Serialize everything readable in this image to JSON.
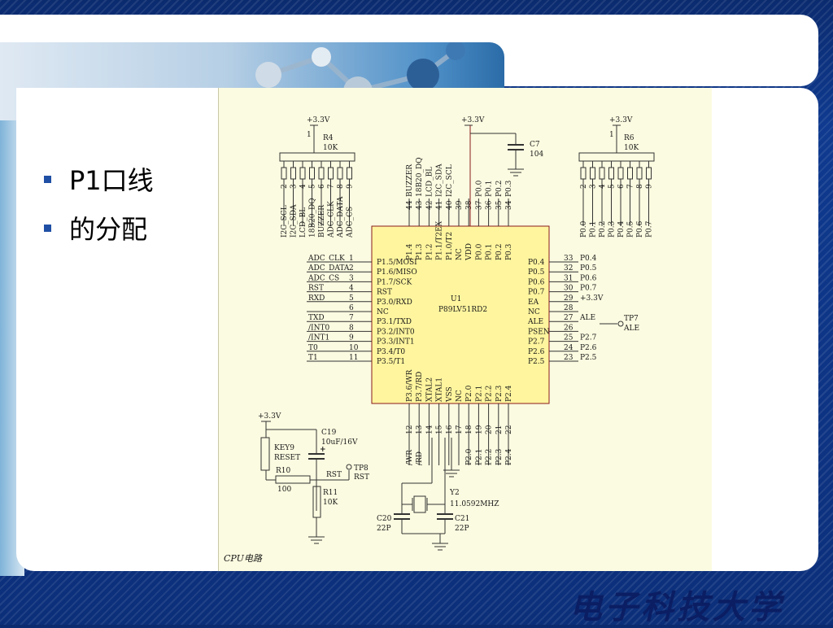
{
  "slide": {
    "bullets": [
      "P1口线",
      "的分配"
    ],
    "footer_text": "电子科技大学"
  },
  "schematic": {
    "caption": "CPU电路",
    "chip": {
      "ref": "U1",
      "part": "P89LV51RD2",
      "left_pins": [
        {
          "num": "1",
          "name": "P1.5/MOSI",
          "net": "ADC_CLK"
        },
        {
          "num": "2",
          "name": "P1.6/MISO",
          "net": "ADC_DATA"
        },
        {
          "num": "3",
          "name": "P1.7/SCK",
          "net": "ADC_CS"
        },
        {
          "num": "4",
          "name": "RST",
          "net": "RST"
        },
        {
          "num": "5",
          "name": "P3.0/RXD",
          "net": "RXD"
        },
        {
          "num": "6",
          "name": "NC",
          "net": ""
        },
        {
          "num": "7",
          "name": "P3.1/TXD",
          "net": "TXD"
        },
        {
          "num": "8",
          "name": "P3.2/INT0",
          "net": "/INT0"
        },
        {
          "num": "9",
          "name": "P3.3/INT1",
          "net": "/INT1"
        },
        {
          "num": "10",
          "name": "P3.4/T0",
          "net": "T0"
        },
        {
          "num": "11",
          "name": "P3.5/T1",
          "net": "T1"
        }
      ],
      "right_pins": [
        {
          "num": "33",
          "name": "P0.4",
          "net": "P0.4"
        },
        {
          "num": "32",
          "name": "P0.5",
          "net": "P0.5"
        },
        {
          "num": "31",
          "name": "P0.6",
          "net": "P0.6"
        },
        {
          "num": "30",
          "name": "P0.7",
          "net": "P0.7"
        },
        {
          "num": "29",
          "name": "EA",
          "net": "+3.3V"
        },
        {
          "num": "28",
          "name": "NC",
          "net": ""
        },
        {
          "num": "27",
          "name": "ALE",
          "net": "ALE"
        },
        {
          "num": "26",
          "name": "PSEN",
          "net": ""
        },
        {
          "num": "25",
          "name": "P2.7",
          "net": "P2.7"
        },
        {
          "num": "24",
          "name": "P2.6",
          "net": "P2.6"
        },
        {
          "num": "23",
          "name": "P2.5",
          "net": "P2.5"
        }
      ],
      "top_pins": [
        {
          "num": "44",
          "name": "P1.4",
          "net": "BUZZER"
        },
        {
          "num": "43",
          "name": "P1.3",
          "net": "18B20_DQ"
        },
        {
          "num": "42",
          "name": "P1.2",
          "net": "LCD_BL"
        },
        {
          "num": "41",
          "name": "P1.1/T2EX",
          "net": "I2C_SDA"
        },
        {
          "num": "40",
          "name": "P1.0/T2",
          "net": "I2C_SCL"
        },
        {
          "num": "39",
          "name": "NC",
          "net": ""
        },
        {
          "num": "38",
          "name": "VDD",
          "net": ""
        },
        {
          "num": "37",
          "name": "P0.0",
          "net": "P0.0"
        },
        {
          "num": "36",
          "name": "P0.1",
          "net": "P0.1"
        },
        {
          "num": "35",
          "name": "P0.2",
          "net": "P0.2"
        },
        {
          "num": "34",
          "name": "P0.3",
          "net": "P0.3"
        }
      ],
      "bottom_pins": [
        {
          "num": "12",
          "name": "P3.6/WR",
          "net": "/WR"
        },
        {
          "num": "13",
          "name": "P3.7/RD",
          "net": "/RD"
        },
        {
          "num": "14",
          "name": "XTAL2",
          "net": ""
        },
        {
          "num": "15",
          "name": "XTAL1",
          "net": ""
        },
        {
          "num": "16",
          "name": "VSS",
          "net": ""
        },
        {
          "num": "17",
          "name": "NC",
          "net": ""
        },
        {
          "num": "18",
          "name": "P2.0",
          "net": "P2.0"
        },
        {
          "num": "19",
          "name": "P2.1",
          "net": "P2.1"
        },
        {
          "num": "20",
          "name": "P2.2",
          "net": "P2.2"
        },
        {
          "num": "21",
          "name": "P2.3",
          "net": "P2.3"
        },
        {
          "num": "22",
          "name": "P2.4",
          "net": "P2.4"
        }
      ]
    },
    "r4": {
      "power": "+3.3V",
      "ref": "R4",
      "value": "10K",
      "pin1": "1",
      "pins": [
        "2",
        "3",
        "4",
        "5",
        "6",
        "7",
        "8",
        "9"
      ],
      "nets": [
        "I2C_SCL",
        "I2C_SDA",
        "LCD_BL",
        "18B20_DQ",
        "BUZZER",
        "ADC_CLK",
        "ADC_DATA",
        "ADC_CS"
      ]
    },
    "r6": {
      "power": "+3.3V",
      "ref": "R6",
      "value": "10K",
      "pin1": "1",
      "pins": [
        "2",
        "3",
        "4",
        "5",
        "6",
        "7",
        "8",
        "9"
      ],
      "nets": [
        "P0.0",
        "P0.1",
        "P0.2",
        "P0.3",
        "P0.4",
        "P0.5",
        "P0.6",
        "P0.7"
      ]
    },
    "c7": {
      "power": "+3.3V",
      "ref": "C7",
      "value": "104"
    },
    "tp7": {
      "ref": "TP7",
      "net": "ALE"
    },
    "reset": {
      "power": "+3.3V",
      "c19_ref": "C19",
      "c19_value": "10uF/16V",
      "plus": "+",
      "key_ref": "KEY9",
      "key_name": "RESET",
      "r10_ref": "R10",
      "r10_value": "100",
      "r11_ref": "R11",
      "r11_value": "10K",
      "net": "RST",
      "tp_ref": "TP8",
      "tp_net": "RST"
    },
    "crystal": {
      "ref": "Y2",
      "freq": "11.0592MHZ",
      "c20_ref": "C20",
      "c20_value": "22P",
      "c21_ref": "C21",
      "c21_value": "22P"
    }
  }
}
